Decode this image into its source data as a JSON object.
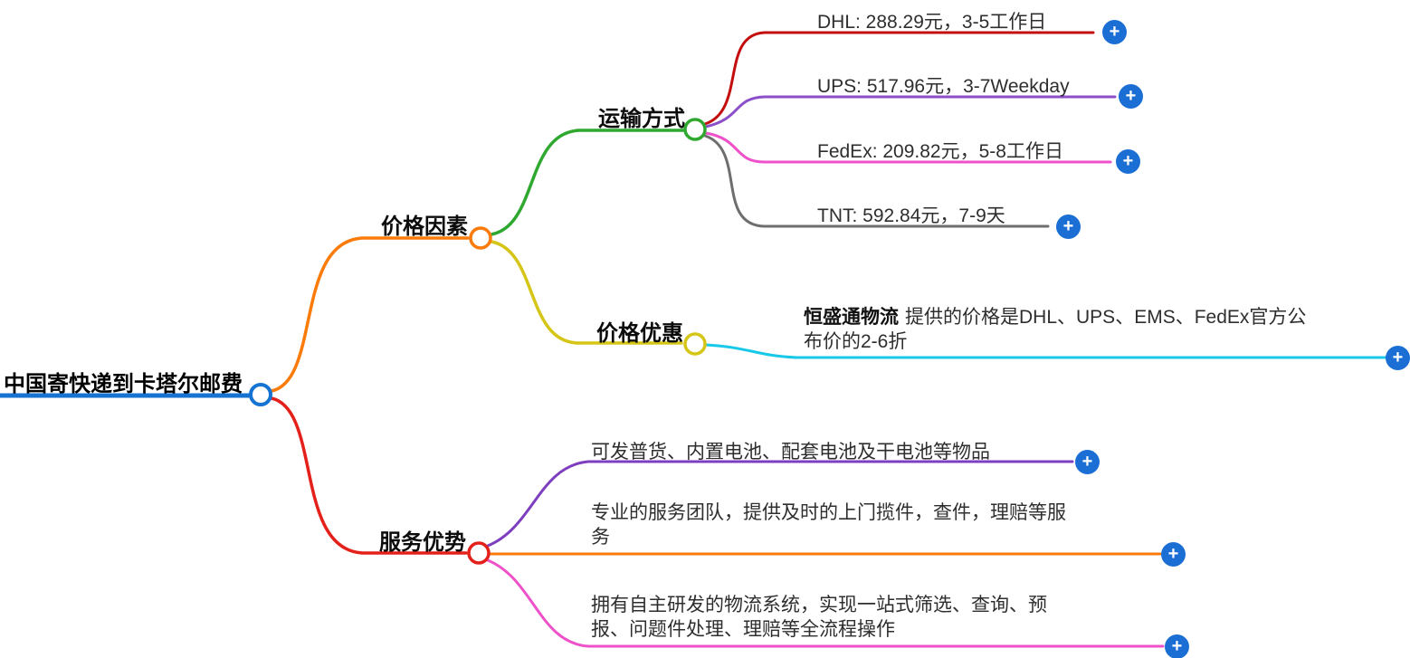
{
  "root": {
    "label": "中国寄快递到卡塔尔邮费",
    "color": "#1673d2"
  },
  "branch_price": {
    "label": "价格因素",
    "color": "#fa7b0a",
    "transport": {
      "label": "运输方式",
      "color": "#2fa82f",
      "dhl": {
        "label": "DHL: 288.29元，3-5工作日",
        "color": "#c40e0e"
      },
      "ups": {
        "label": "UPS: 517.96元，3-7Weekday",
        "color": "#8a4fc9"
      },
      "fedex": {
        "label": "FedEx: 209.82元，5-8工作日",
        "color": "#ee51c9"
      },
      "tnt": {
        "label": "TNT: 592.84元，7-9天",
        "color": "#6e6e6e"
      }
    },
    "discount": {
      "label": "价格优惠",
      "color": "#d5c517",
      "detail": {
        "label_brand": "恒盛通物流",
        "label_text": "提供的价格是DHL、UPS、EMS、FedEx官方公布价的2-6折",
        "color": "#18c8e8"
      }
    }
  },
  "branch_service": {
    "label": "服务优势",
    "color": "#e3201a",
    "goods": {
      "label": "可发普货、内置电池、配套电池及干电池等物品",
      "color": "#7e3ec0"
    },
    "team": {
      "label": "专业的服务团队，提供及时的上门揽件，查件，理赔等服务",
      "color": "#fa7b0a"
    },
    "system": {
      "label": "拥有自主研发的物流系统，实现一站式筛选、查询、预报、问题件处理、理赔等全流程操作",
      "color": "#ee51c9"
    }
  },
  "plus_button": {
    "glyph": "+",
    "color": "#1b6fd4"
  }
}
